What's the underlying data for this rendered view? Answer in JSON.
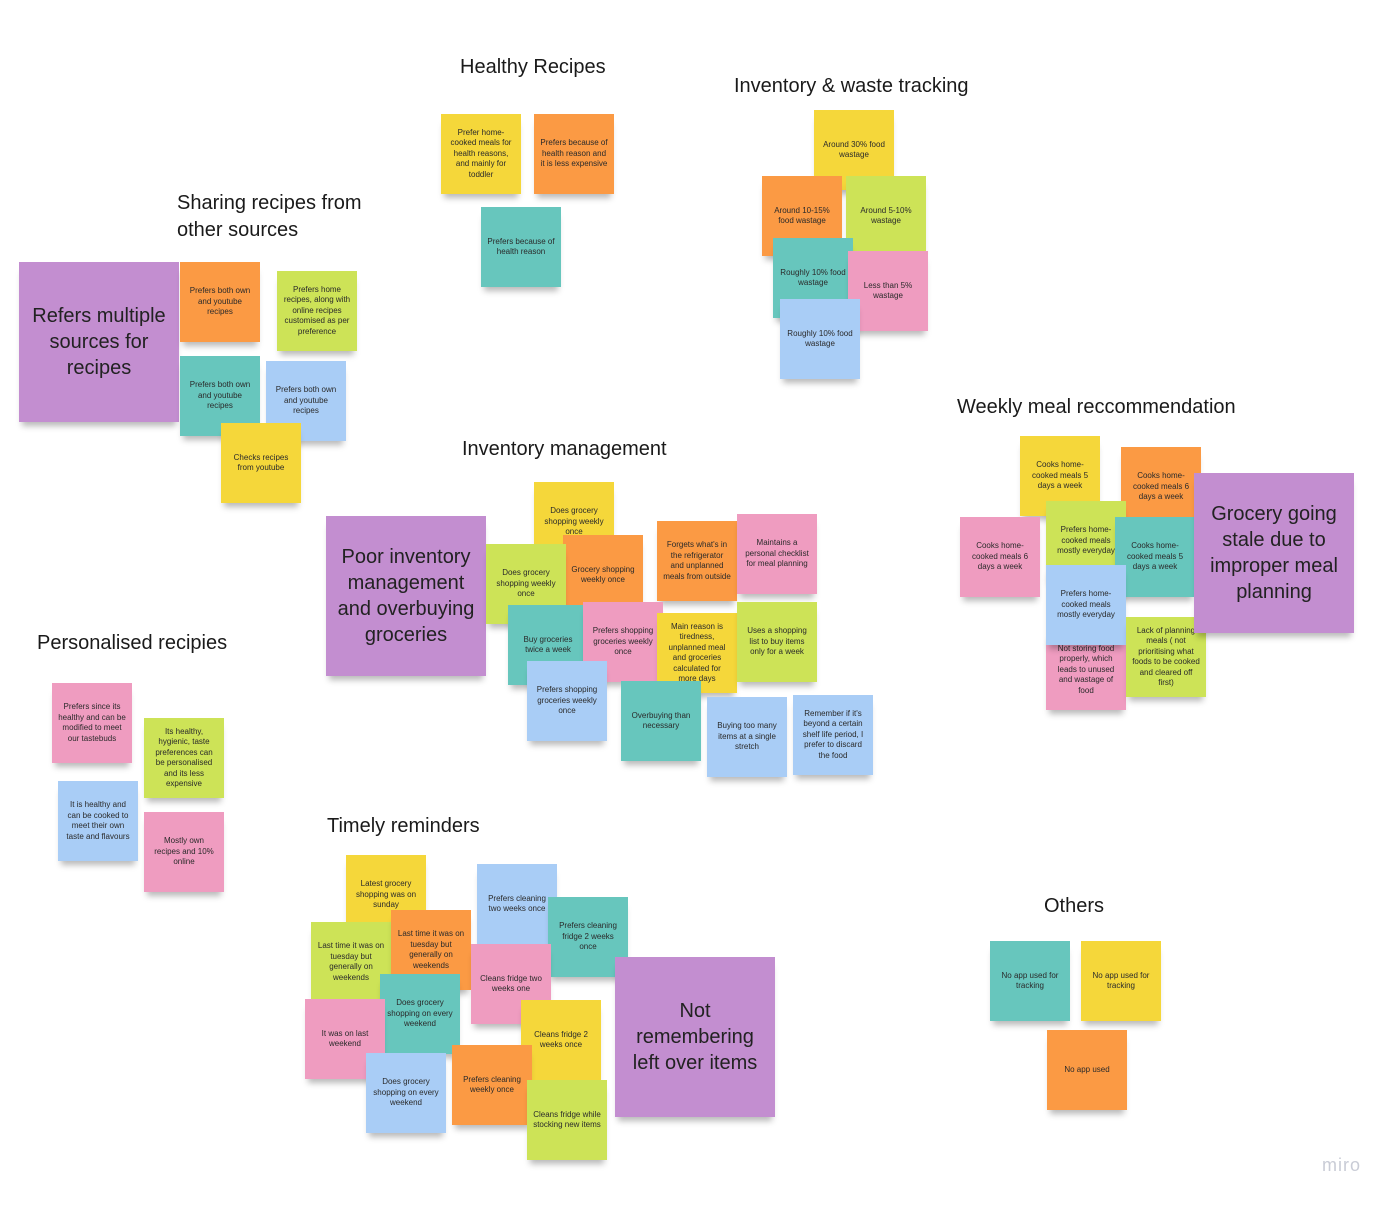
{
  "logo": "miro",
  "colors": {
    "yellow": "#f5d73a",
    "orange": "#fb9a44",
    "teal": "#67c6bd",
    "green": "#cde357",
    "blue": "#a9cdf6",
    "pink": "#ef9cc0",
    "purple": "#c38ed0"
  },
  "clusters": {
    "healthy": {
      "title": "Healthy Recipes",
      "notes": [
        "Prefer home-cooked meals for health reasons, and mainly for toddler",
        "Prefers because of health reason and it is less expensive",
        "Prefers because of health reason"
      ]
    },
    "inventory_waste": {
      "title": "Inventory & waste tracking",
      "notes": [
        "Around 30% food wastage",
        "Around 10-15% food wastage",
        "Around 5-10% wastage",
        "Roughly 10% food wastage",
        "Less than 5% wastage",
        "Roughly 10% food wastage"
      ]
    },
    "sharing": {
      "title": "Sharing recipes from\nother sources",
      "notes": [
        "Refers multiple sources for recipes",
        "Prefers both own and youtube recipes",
        "Prefers home recipes, along with online recipes customised as per preference",
        "Prefers both own and youtube recipes",
        "Prefers both own and youtube recipes",
        "Checks recipes from youtube"
      ]
    },
    "weekly": {
      "title": "Weekly meal reccommendation",
      "notes": [
        "Cooks home-cooked meals 5 days a week",
        "Cooks home-cooked meals 6 days a week",
        "Grocery going stale due to improper meal planning",
        "Prefers home-cooked meals mostly everyday",
        "Cooks home-cooked meals 6 days a week",
        "Cooks home-cooked meals 5 days a week",
        "Not storing food properly, which leads to unused and wastage of food",
        "Prefers home-cooked meals mostly everyday",
        "Lack of planning meals ( not prioritising what foods to be cooked and cleared off first)"
      ]
    },
    "inventory_mgmt": {
      "title": "Inventory management",
      "notes": [
        "Poor inventory management and overbuying groceries",
        "Does grocery shopping weekly once",
        "Grocery shopping weekly once",
        "Does grocery shopping weekly once",
        "Forgets what's in the refrigerator and unplanned meals from outside",
        "Maintains a personal checklist for meal planning",
        "Buy groceries twice a week",
        "Prefers shopping groceries weekly once",
        "Main reason is tiredness, unplanned meal and groceries calculated for more days",
        "Uses a shopping list to buy items only for a week",
        "Prefers shopping groceries weekly once",
        "Overbuying than necessary",
        "Buying too many items at a single stretch",
        "Remember if it's beyond a certain shelf life period, I prefer to discard the food"
      ]
    },
    "personalised": {
      "title": "Personalised recipies",
      "notes": [
        "Prefers since its healthy and can be modified to meet our tastebuds",
        "Its healthy, hygienic, taste preferences can be personalised and its less expensive",
        "It is healthy and can be cooked to meet their own taste and flavours",
        "Mostly own recipes and 10% online"
      ]
    },
    "reminders": {
      "title": "Timely reminders",
      "notes": [
        "Latest grocery shopping was on sunday",
        "Prefers cleaning two weeks once",
        "Prefers cleaning fridge 2 weeks once",
        "Last time it was on tuesday but generally on weekends",
        "Last time it was on tuesday but generally on weekends",
        "Cleans fridge two weeks one",
        "Not remembering left over items",
        "Does grocery shopping on every weekend",
        "Cleans fridge 2 weeks once",
        "It was on last weekend",
        "Does grocery shopping on every weekend",
        "Prefers cleaning weekly once",
        "Cleans fridge while stocking new items"
      ]
    },
    "others": {
      "title": "Others",
      "notes": [
        "No app used for tracking",
        "No app used for tracking",
        "No app used"
      ]
    }
  }
}
